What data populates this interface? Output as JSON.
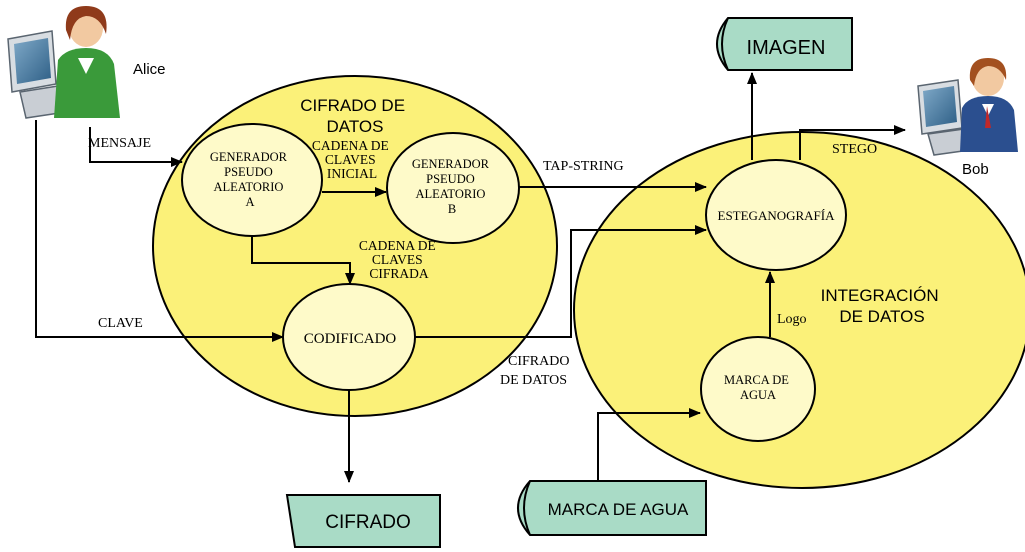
{
  "colors": {
    "region_fill": "#fbf179",
    "process_fill": "#fefac9",
    "store_fill": "#a9dbc6",
    "line": "#000000",
    "text": "#000000"
  },
  "actors": {
    "alice": {
      "label": "Alice",
      "icon": "user-computer-icon"
    },
    "bob": {
      "label": "Bob",
      "icon": "user-computer-icon"
    }
  },
  "regions": {
    "cifrado": {
      "title_line1": "CIFRADO DE",
      "title_line2": "DATOS"
    },
    "integracion": {
      "title_line1": "INTEGRACIÓN",
      "title_line2": "DE DATOS"
    }
  },
  "processes": {
    "gen_a": {
      "lines": [
        "GENERADOR",
        "PSEUDO",
        "ALEATORIO",
        "A"
      ]
    },
    "gen_b": {
      "lines": [
        "GENERADOR",
        "PSEUDO",
        "ALEATORIO",
        "B"
      ]
    },
    "codificado": {
      "label": "CODIFICADO"
    },
    "esteganografia": {
      "label": "ESTEGANOGRAFÍA"
    },
    "marca": {
      "line1": "MARCA DE",
      "line2": "AGUA"
    }
  },
  "stores": {
    "imagen": {
      "label": "IMAGEN"
    },
    "cifrado": {
      "label": "CIFRADO"
    },
    "marca_agua": {
      "label": "MARCA DE AGUA"
    }
  },
  "flows": {
    "mensaje": "MENSAJE",
    "clave": "CLAVE",
    "cadena_inicial": [
      "CADENA DE",
      "CLAVES",
      "INICIAL"
    ],
    "cadena_cifrada": [
      "CADENA DE",
      "CLAVES",
      "CIFRADA"
    ],
    "tap_string": "TAP-STRING",
    "stego": "STEGO",
    "cifrado_datos": [
      "CIFRADO",
      "DE DATOS"
    ],
    "logo": "Logo"
  }
}
